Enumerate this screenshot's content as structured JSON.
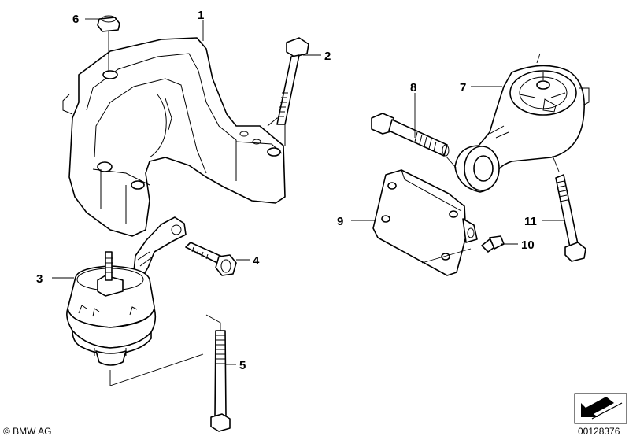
{
  "diagram": {
    "callouts": [
      {
        "id": "label-1",
        "text": "1"
      },
      {
        "id": "label-2",
        "text": "2"
      },
      {
        "id": "label-3",
        "text": "3"
      },
      {
        "id": "label-4",
        "text": "4"
      },
      {
        "id": "label-5",
        "text": "5"
      },
      {
        "id": "label-6",
        "text": "6"
      },
      {
        "id": "label-7",
        "text": "7"
      },
      {
        "id": "label-8",
        "text": "8"
      },
      {
        "id": "label-9",
        "text": "9"
      },
      {
        "id": "label-10",
        "text": "10"
      },
      {
        "id": "label-11",
        "text": "11"
      }
    ],
    "copyright": "© BMW AG",
    "drawing_number": "00128376"
  }
}
